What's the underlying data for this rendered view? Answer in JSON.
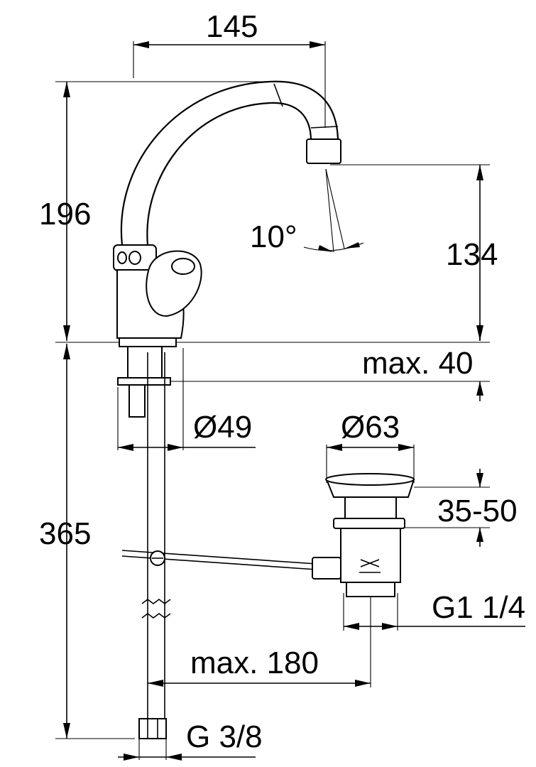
{
  "dimensions": {
    "width_top": "145",
    "height_spout": "196",
    "spout_angle": "10°",
    "spout_height": "134",
    "max_thickness": "max. 40",
    "base_diameter": "Ø49",
    "drain_diameter": "Ø63",
    "drain_range": "35-50",
    "drain_thread": "G1 1/4",
    "pipe_length": "365",
    "rod_length": "max. 180",
    "connection_thread": "G 3/8"
  }
}
